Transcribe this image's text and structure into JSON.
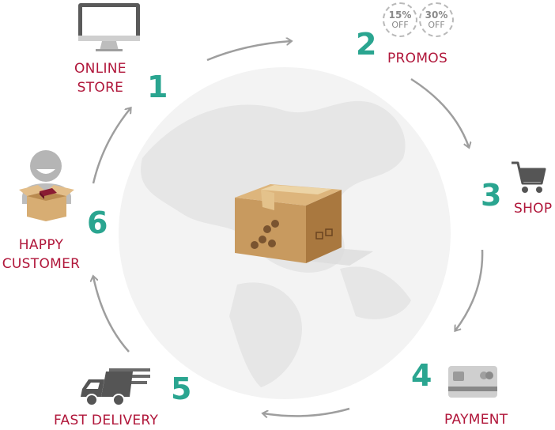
{
  "colors": {
    "label": "#b0163a",
    "number": "#2aa590",
    "arrow": "#9e9e9e",
    "globe": "#ededed",
    "box": "#c89a5f"
  },
  "steps": [
    {
      "number": "1",
      "label_lines": [
        "ONLINE",
        "STORE"
      ],
      "icon": "monitor-icon"
    },
    {
      "number": "2",
      "label_lines": [
        "PROMOS"
      ],
      "icon": "discount-badges-icon",
      "badges": [
        {
          "pct": "15%",
          "word": "OFF"
        },
        {
          "pct": "30%",
          "word": "OFF"
        }
      ]
    },
    {
      "number": "3",
      "label_lines": [
        "SHOP"
      ],
      "icon": "shopping-cart-icon"
    },
    {
      "number": "4",
      "label_lines": [
        "PAYMENT"
      ],
      "icon": "credit-card-icon"
    },
    {
      "number": "5",
      "label_lines": [
        "FAST DELIVERY"
      ],
      "icon": "delivery-truck-icon"
    },
    {
      "number": "6",
      "label_lines": [
        "HAPPY",
        "CUSTOMER"
      ],
      "icon": "happy-customer-icon"
    }
  ],
  "center_icon": "cardboard-box-icon",
  "background_icon": "world-globe-icon"
}
